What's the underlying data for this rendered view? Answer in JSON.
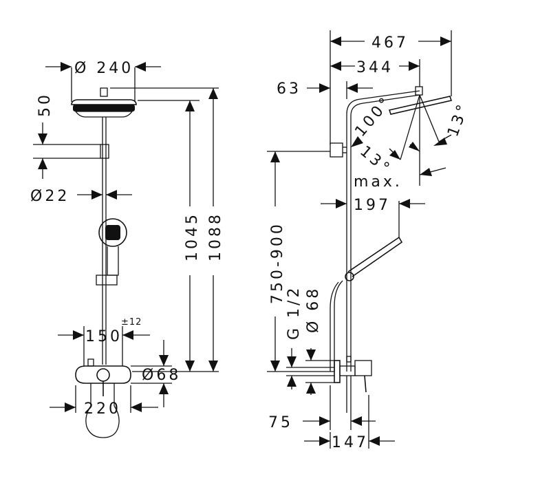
{
  "diagram": {
    "front_view": {
      "head_diameter": "Ø 240",
      "head_height": "50",
      "rail_diameter": "Ø22",
      "height_1045": "1045",
      "height_1088": "1088",
      "mixer_spacing": "150",
      "mixer_tolerance": "±12",
      "mixer_diameter": "Ø68",
      "mixer_width": "220"
    },
    "side_view": {
      "overall_depth": "467",
      "arm_length": "344",
      "offset_63": "63",
      "angle_100": "100°",
      "angle_13_a": "13°",
      "angle_13_b": "13°",
      "max_label": "max.",
      "handshower_depth": "197",
      "height_range": "750-900",
      "thread_size": "G 1/2",
      "flange_diameter": "Ø 68",
      "offset_75": "75",
      "offset_147": "147"
    }
  }
}
